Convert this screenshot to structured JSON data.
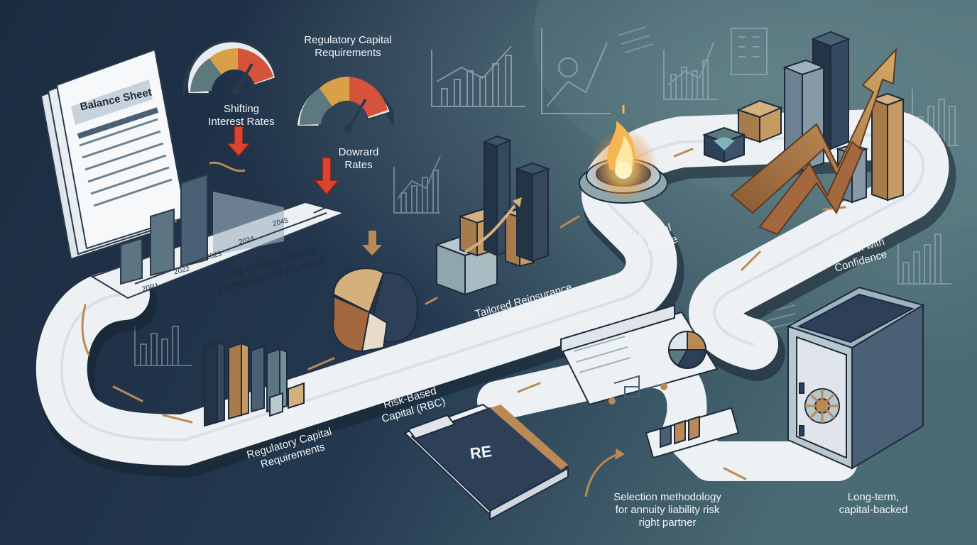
{
  "labels": {
    "balance_sheet": "Balance Sheet",
    "regulatory_capital_top": "Regulatory Capital\nRequirements",
    "shifting_interest_rates": "Shifting\nInterest Rates",
    "downward_rates": "Dowrard\nRates",
    "long_duration": "Long-duration liability\nportfolio under pressure",
    "tailored_reinsurance": "Tailored Reinsurance\nSolutions",
    "capital_release": "Capital\nRelease",
    "growth_with_confidence": "Growth with\nConfidence",
    "risk_based_capital": "Risk-Based\nCapital (RBC)",
    "regulatory_capital_bottom": "Regulatory Capital\nRequirements",
    "selection_methodology": "Selection methodology\nfor annuity liability risk\nright partner",
    "long_term": "Long-term,\ncapital-backed",
    "book_logo": "RE"
  },
  "years": [
    "20R1",
    "2022",
    "2023",
    "2024",
    "2045"
  ],
  "colors": {
    "background": "#1f3148",
    "track": "#eef1f4",
    "navy": "#2d4058",
    "teal": "#55707a",
    "bronze": "#b98a55",
    "copper": "#a4683f",
    "red": "#d9432f",
    "glow": "#f5b553"
  }
}
